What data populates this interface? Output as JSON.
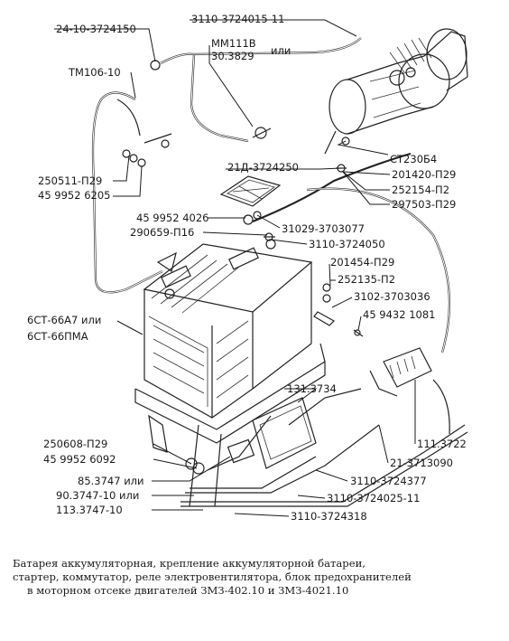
{
  "labels": {
    "l01": "24-10-3724150",
    "l02": "3110-3724015-11",
    "l03": "MM111B",
    "l04": "или",
    "l05": "30.3829",
    "l06": "ТМ106-10",
    "l07": "СТ230Б4",
    "l08": "21Д-3724250",
    "l09": "201420-П29",
    "l10": "252154-П2",
    "l11": "297503-П29",
    "l12": "250511-П29",
    "l13": "45 9952 6205",
    "l14": "45 9952 4026",
    "l15": "31029-3703077",
    "l16": "290659-П16",
    "l17": "3110-3724050",
    "l18": "201454-П29",
    "l19": "252135-П2",
    "l20": "3102-3703036",
    "l21": "6СТ-66А7 или",
    "l22": "6СТ-66ПМА",
    "l23": "45 9432 1081",
    "l24": "131.3734",
    "l25": "111.3722",
    "l26": "250608-П29",
    "l27": "45 9952 6092",
    "l28": "21-3713090",
    "l29": "85.3747 или",
    "l30": "3110-3724377",
    "l31": "90.3747-10 или",
    "l32": "3110-3724025-11",
    "l33": "113.3747-10",
    "l34": "3110-3724318"
  },
  "caption": {
    "line1": "Батарея аккумуляторная, крепление аккумуляторной батареи,",
    "line2": "стартер, коммутатор, реле электровентилятора, блок предохранителей",
    "line3": "в моторном отсеке двигателей ЗМЗ-402.10 и ЗМЗ-4021.10"
  }
}
